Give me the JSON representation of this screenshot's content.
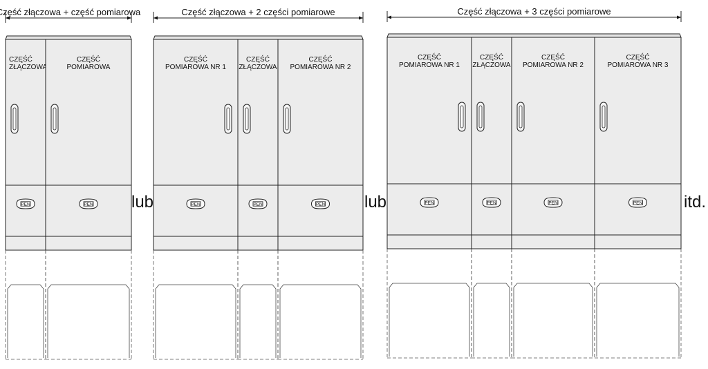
{
  "separators": [
    "lub",
    "lub",
    "itd."
  ],
  "pen_label": "PEN",
  "groups": [
    {
      "title": "Część złączowa + część pomiarowa",
      "modules": [
        {
          "label": [
            "CZĘŚĆ",
            "ZŁĄCZOWA"
          ]
        },
        {
          "label": [
            "CZĘŚĆ",
            "POMIAROWA"
          ]
        }
      ]
    },
    {
      "title": "Część złączowa + 2 części pomiarowe",
      "modules": [
        {
          "label": [
            "CZĘŚĆ",
            "POMIAROWA NR 1"
          ]
        },
        {
          "label": [
            "CZĘŚĆ",
            "ZŁĄCZOWA"
          ]
        },
        {
          "label": [
            "CZĘŚĆ",
            "POMIAROWA NR 2"
          ]
        }
      ]
    },
    {
      "title": "Część złączowa + 3 części pomiarowe",
      "modules": [
        {
          "label": [
            "CZĘŚĆ",
            "POMIAROWA NR 1"
          ]
        },
        {
          "label": [
            "CZĘŚĆ",
            "ZŁĄCZOWA"
          ]
        },
        {
          "label": [
            "CZĘŚĆ",
            "POMIAROWA NR 2"
          ]
        },
        {
          "label": [
            "CZĘŚĆ",
            "POMIAROWA NR 3"
          ]
        }
      ]
    }
  ]
}
